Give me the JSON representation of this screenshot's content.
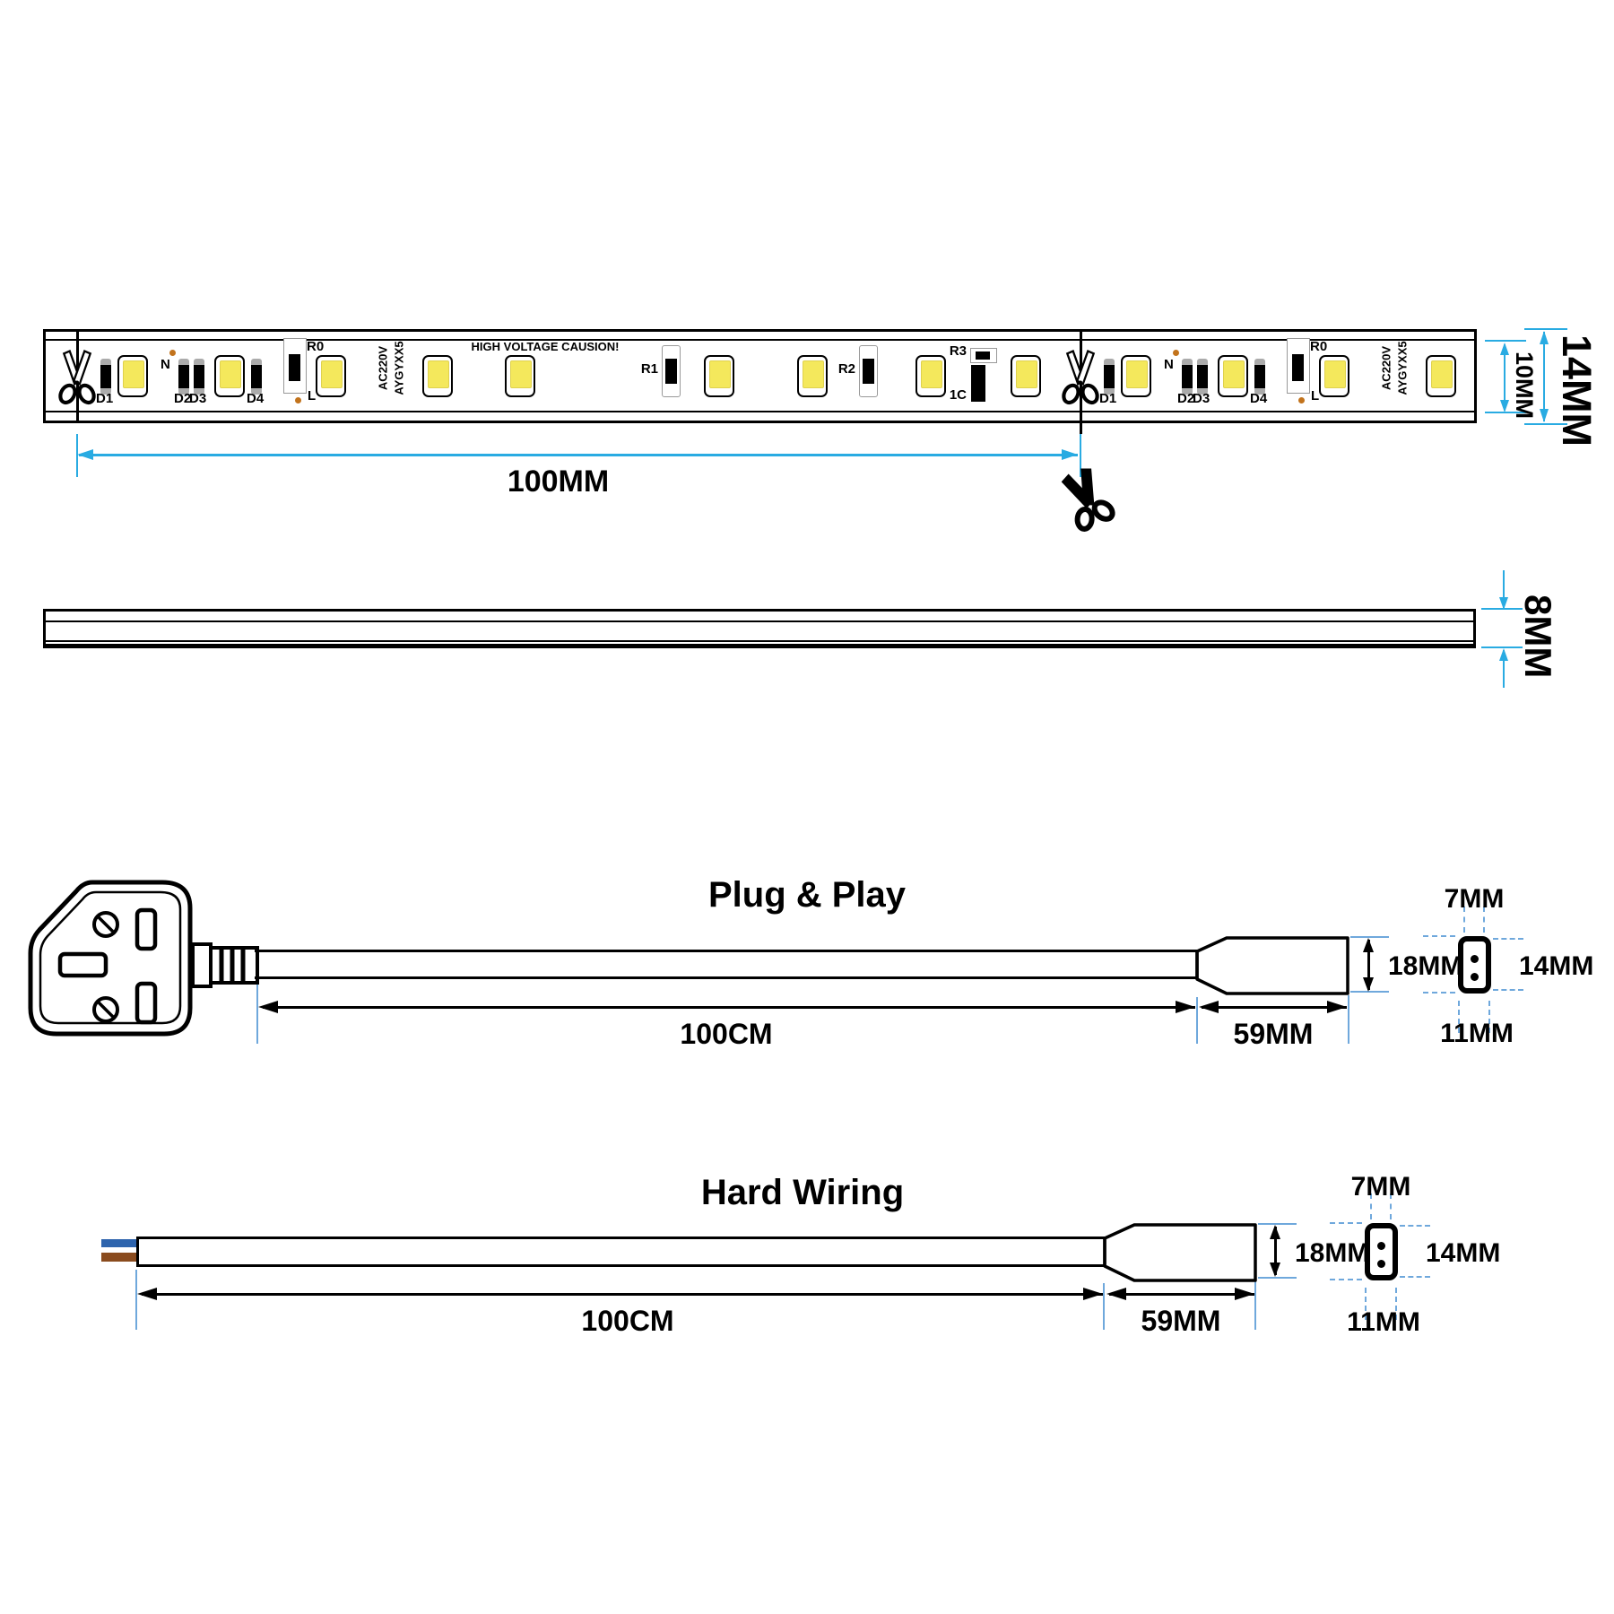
{
  "colors": {
    "dim_cyan": "#29ABE2",
    "dim_blue": "#6FA8DC",
    "led_yellow": "#F4E85C",
    "wire_blue": "#2E64AD",
    "wire_brown": "#8A4B1E",
    "solder_dot": "#C2731C"
  },
  "top_view": {
    "warning": "HIGH VOLTAGE CAUSION!",
    "print_line1": "AC220V",
    "print_line2": "AYGYXX5",
    "component_labels": {
      "d1": "D1",
      "d2": "D2",
      "d3": "D3",
      "d4": "D4",
      "n": "N",
      "l": "L",
      "r0": "R0",
      "r1": "R1",
      "r2": "R2",
      "r3": "R3",
      "c1": "1C"
    },
    "dims": {
      "cut_length": "100MM",
      "pcb_width": "10MM",
      "strip_width": "14MM"
    }
  },
  "side_view": {
    "dims": {
      "thickness": "8MM"
    }
  },
  "plug_and_play": {
    "title": "Plug & Play",
    "dims": {
      "cable_length": "100CM",
      "connector_length": "59MM",
      "connector_height": "18MM",
      "end_top_width": "7MM",
      "end_height": "14MM",
      "end_bottom_width": "11MM"
    }
  },
  "hard_wiring": {
    "title": "Hard Wiring",
    "dims": {
      "cable_length": "100CM",
      "connector_length": "59MM",
      "connector_height": "18MM",
      "end_top_width": "7MM",
      "end_height": "14MM",
      "end_bottom_width": "11MM"
    }
  }
}
